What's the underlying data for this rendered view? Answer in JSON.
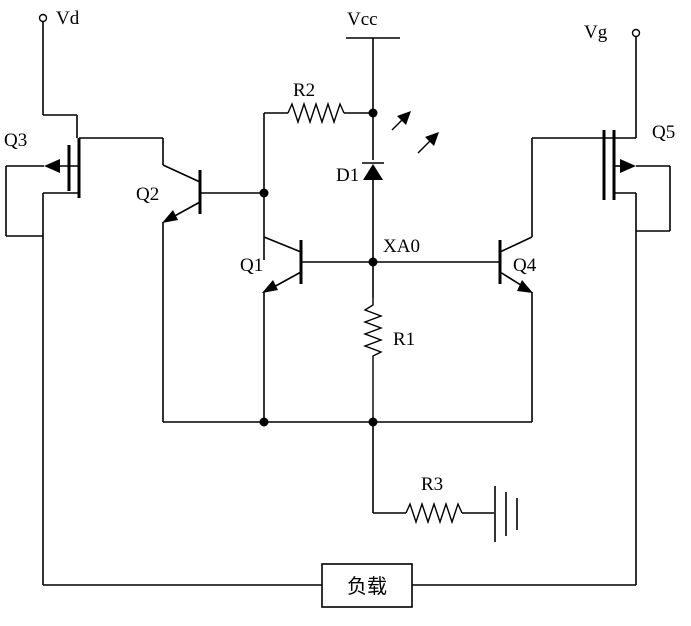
{
  "labels": {
    "vd": "Vd",
    "vg": "Vg",
    "vcc": "Vcc",
    "q1": "Q1",
    "q2": "Q2",
    "q3": "Q3",
    "q4": "Q4",
    "q5": "Q5",
    "r1": "R1",
    "r2": "R2",
    "r3": "R3",
    "d1": "D1",
    "xa0": "XA0",
    "load": "负载"
  }
}
